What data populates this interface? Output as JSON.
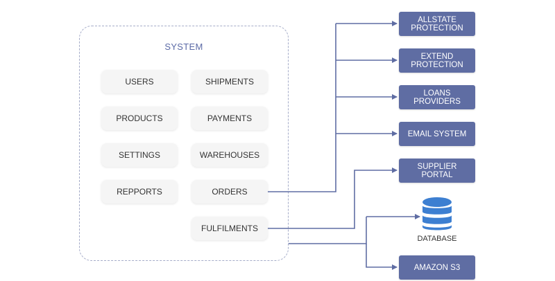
{
  "system": {
    "title": "SYSTEM",
    "modules": [
      {
        "label": "USERS"
      },
      {
        "label": "SHIPMENTS"
      },
      {
        "label": "PRODUCTS"
      },
      {
        "label": "PAYMENTS"
      },
      {
        "label": "SETTINGS"
      },
      {
        "label": "WAREHOUSES"
      },
      {
        "label": "REPPORTS"
      },
      {
        "label": "ORDERS"
      },
      {
        "label": "FULFILMENTS"
      }
    ]
  },
  "external": [
    {
      "label": "ALLSTATE\nPROTECTION"
    },
    {
      "label": "EXTEND\nPROTECTION"
    },
    {
      "label": "LOANS\nPROVIDERS"
    },
    {
      "label": "EMAIL SYSTEM"
    },
    {
      "label": "SUPPLIER\nPORTAL"
    },
    {
      "label": "AMAZON S3"
    }
  ],
  "database": {
    "label": "DATABASE",
    "icon": "database-icon"
  },
  "colors": {
    "accent": "#5f6da3",
    "line": "#5f6da3",
    "dashed_border": "#a4abc8",
    "module_bg": "#f5f5f5",
    "db_blue": "#3d7fd1"
  }
}
